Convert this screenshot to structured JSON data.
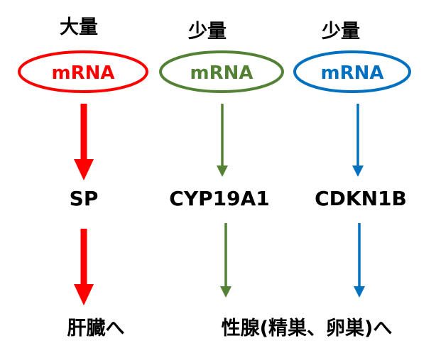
{
  "columns": [
    {
      "amount": "大量",
      "mrna": "mRNA",
      "gene": "SP",
      "color": "#ff0000",
      "arrow_weight": "thick"
    },
    {
      "amount": "少量",
      "mrna": "mRNA",
      "gene": "CYP19A1",
      "color": "#548235",
      "arrow_weight": "thin"
    },
    {
      "amount": "少量",
      "mrna": "mRNA",
      "gene": "CDKN1B",
      "color": "#0070c0",
      "arrow_weight": "thin"
    }
  ],
  "destinations": {
    "liver": "肝臓へ",
    "gonad": "性腺(精巣、卵巣)へ"
  }
}
